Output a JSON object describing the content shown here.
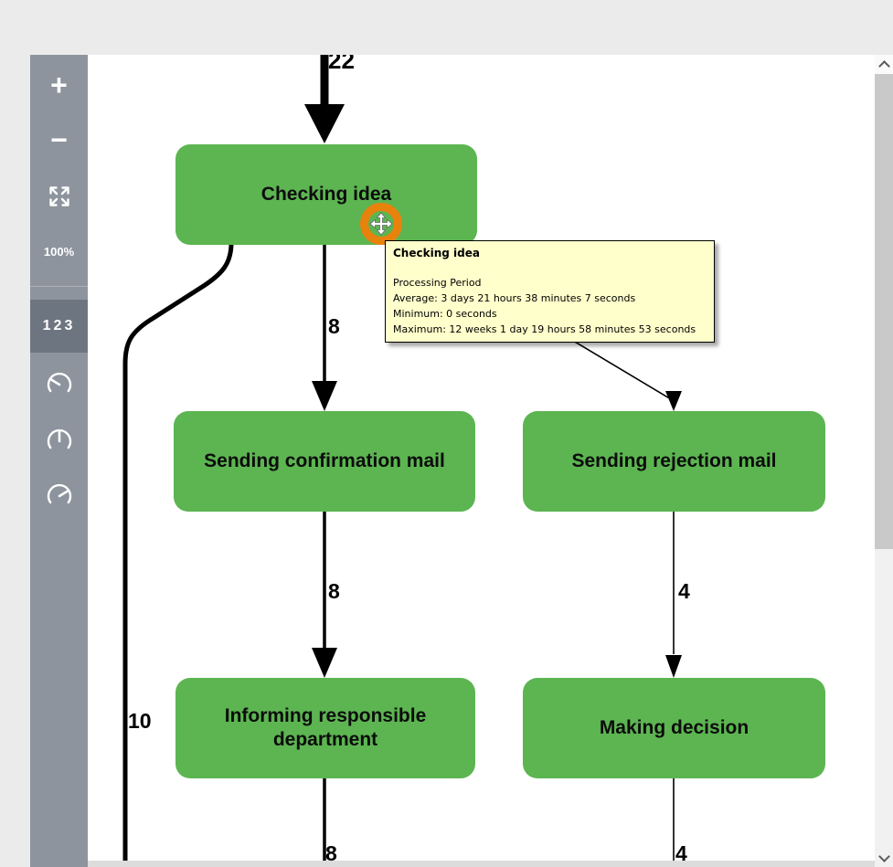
{
  "colors": {
    "page_bg": "#ebebeb",
    "canvas_bg": "#ffffff",
    "node_green": "#5cb551",
    "sidebar_gray": "#8d949d",
    "sidebar_selected_gray": "#6d7680",
    "tooltip_bg": "#ffffcc",
    "cursor_ring_orange": "#e8820d",
    "edge_black": "#000000"
  },
  "toolbar": {
    "zoom_in": "+",
    "zoom_out": "−",
    "fit_screen_icon": "expand-arrows-icon",
    "zoom_level": "100%",
    "frequency_button": "123",
    "gauge_buttons": [
      "gauge-needle-left-icon",
      "gauge-needle-up-icon",
      "gauge-needle-right-icon"
    ]
  },
  "diagram": {
    "nodes": [
      {
        "label": "Checking idea"
      },
      {
        "label": "Sending confirmation mail"
      },
      {
        "label": "Sending rejection mail"
      },
      {
        "label": "Informing responsible department"
      },
      {
        "label": "Making decision"
      }
    ],
    "edges": [
      {
        "label": "22",
        "from": "(top of canvas)",
        "to": "Checking idea"
      },
      {
        "label": "10",
        "from": "Checking idea",
        "to": "(bottom of canvas, left bypass)"
      },
      {
        "label": "8",
        "from": "Checking idea",
        "to": "Sending confirmation mail"
      },
      {
        "label": "8",
        "from": "Sending confirmation mail",
        "to": "Informing responsible department"
      },
      {
        "label": "8",
        "from": "Informing responsible department",
        "to": "(bottom of canvas)"
      },
      {
        "label": "",
        "from": "Checking idea",
        "to": "Sending rejection mail"
      },
      {
        "label": "4",
        "from": "Sending rejection mail",
        "to": "Making decision"
      },
      {
        "label": "4",
        "from": "Making decision",
        "to": "(bottom of canvas)"
      }
    ]
  },
  "tooltip": {
    "title": "Checking idea",
    "section": "Processing Period",
    "lines": [
      "Average: 3 days 21 hours 38 minutes 7 seconds",
      "Minimum: 0 seconds",
      "Maximum: 12 weeks 1 day 19 hours 58 minutes 53 seconds"
    ]
  }
}
